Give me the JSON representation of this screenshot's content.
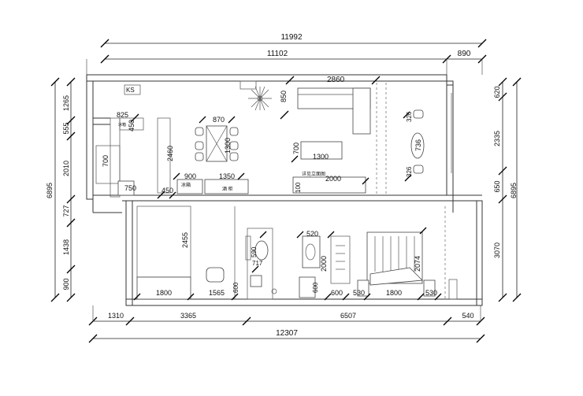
{
  "top_dims": {
    "overall": "11992",
    "left": "11102",
    "right": "890"
  },
  "bottom_dims": {
    "overall": "12307",
    "segments": [
      "1310",
      "3365",
      "6507",
      "540"
    ]
  },
  "left_dims": {
    "overall": "6895",
    "segments": [
      "1265",
      "555",
      "2010",
      "727",
      "1438",
      "900"
    ]
  },
  "right_dims": {
    "overall": "6895",
    "segments": [
      "620",
      "2335",
      "650",
      "3070"
    ]
  },
  "interior_dims": {
    "d825": "825",
    "d450a": "450",
    "d870": "870",
    "d1300a": "1300",
    "d2460": "2460",
    "d700a": "700",
    "d900": "900",
    "d1350": "1350",
    "d750": "750",
    "d450b": "450",
    "d850": "850",
    "d2860": "2860",
    "d700b": "700",
    "d1300b": "1300",
    "d2000a": "2000",
    "d100": "100",
    "d326a": "326",
    "d736": "736",
    "d326b": "326",
    "d2455": "2455",
    "d1800a": "1800",
    "d1565": "1565",
    "d600a": "600",
    "d590": "590",
    "d717": "717",
    "d520": "520",
    "d2000b": "2000",
    "d600b": "600",
    "d600c": "600",
    "d530a": "530",
    "d1800b": "1800",
    "d530b": "530",
    "d2074": "2074"
  },
  "labels": {
    "fridge": "冰箱",
    "wine_cabinet": "酒 柜",
    "elevation_note": "详见立面图",
    "fridge_short": "冰箱",
    "ks": "KS"
  }
}
